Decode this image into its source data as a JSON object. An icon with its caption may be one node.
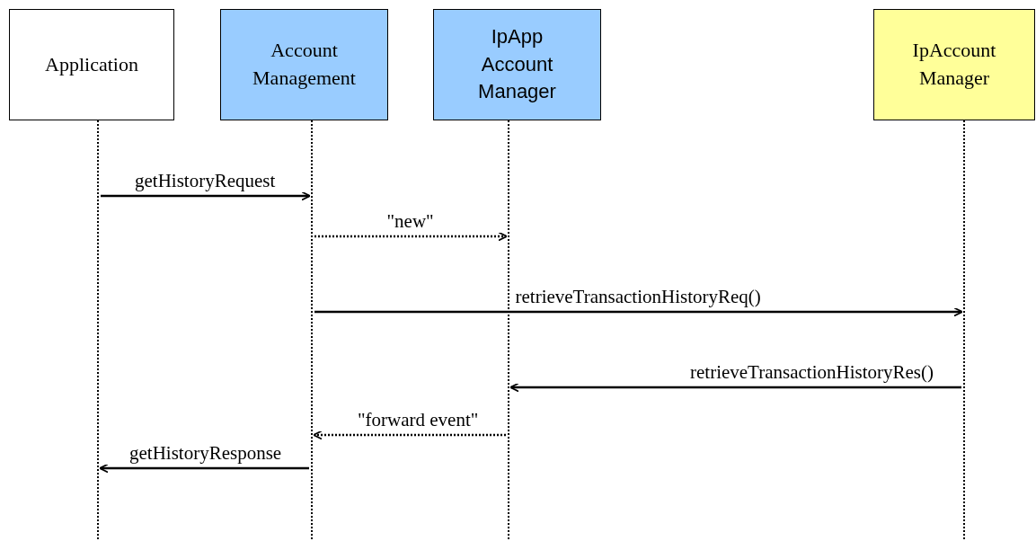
{
  "diagram": {
    "nodes": [
      {
        "text": [
          "Application"
        ]
      },
      {
        "text": [
          "Account Management"
        ]
      },
      {
        "text": [
          "IpApp Account Manager"
        ]
      },
      {
        "text": [
          "IpAccount Manager"
        ]
      },
      {
        "text": [],
        "shape": "line"
      },
      {
        "text": [],
        "shape": "line"
      },
      {
        "text": [],
        "shape": "line"
      },
      {
        "text": [],
        "shape": "line"
      }
    ],
    "edges": [
      {
        "from": 4,
        "to": 5,
        "arrow": "to",
        "label": "getHistoryRequest"
      },
      {
        "from": 5,
        "to": 6,
        "arrow": "to",
        "label": "\"new\"",
        "style": "dashed"
      },
      {
        "from": 5,
        "to": 7,
        "arrow": "to",
        "label": "retrieveTransactionHistoryReq()"
      },
      {
        "from": 7,
        "to": 6,
        "arrow": "to",
        "label": "retrieveTransactionHistoryRes()"
      },
      {
        "from": 6,
        "to": 5,
        "arrow": "to",
        "label": "\"forward event\"",
        "style": "dashed"
      },
      {
        "from": 5,
        "to": 4,
        "arrow": "to",
        "label": "getHistoryResponse"
      }
    ]
  }
}
